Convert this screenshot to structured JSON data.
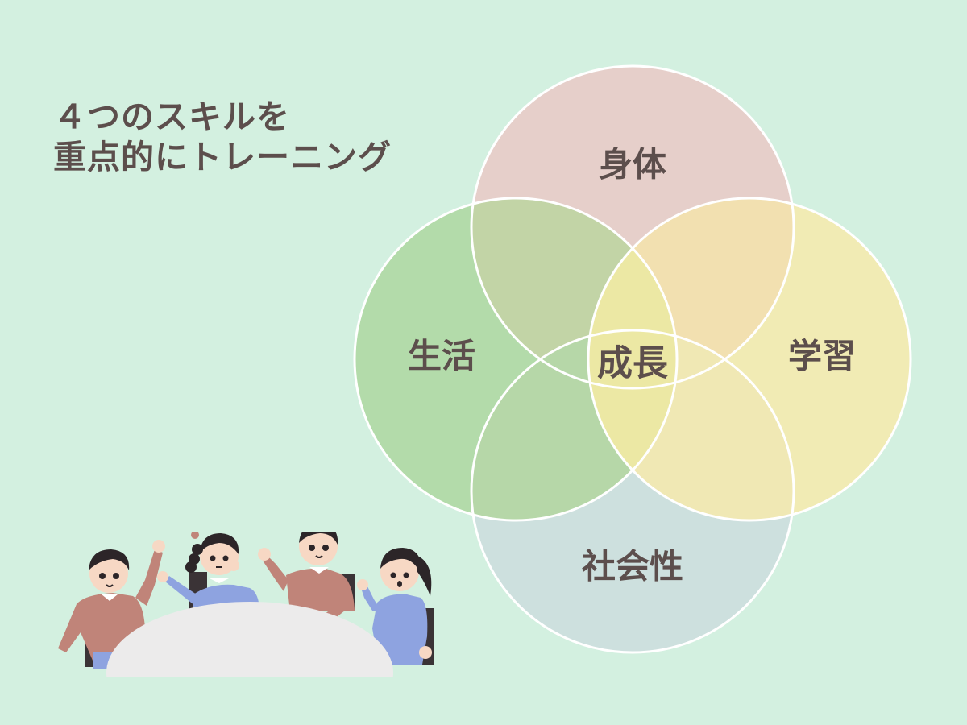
{
  "heading": {
    "line1": "４つのスキルを",
    "line2": "重点的にトレーニング"
  },
  "venn": {
    "top": "身体",
    "left": "生活",
    "right": "学習",
    "bottom": "社会性",
    "center": "成長"
  },
  "colors": {
    "background": "#d3f0e0",
    "top_circle": "#e6cfca",
    "left_circle": "#b3dbaa",
    "right_circle": "#f1ebb4",
    "bottom_circle": "#cde0de",
    "text": "#5c4e4c",
    "outline": "#ffffff"
  }
}
